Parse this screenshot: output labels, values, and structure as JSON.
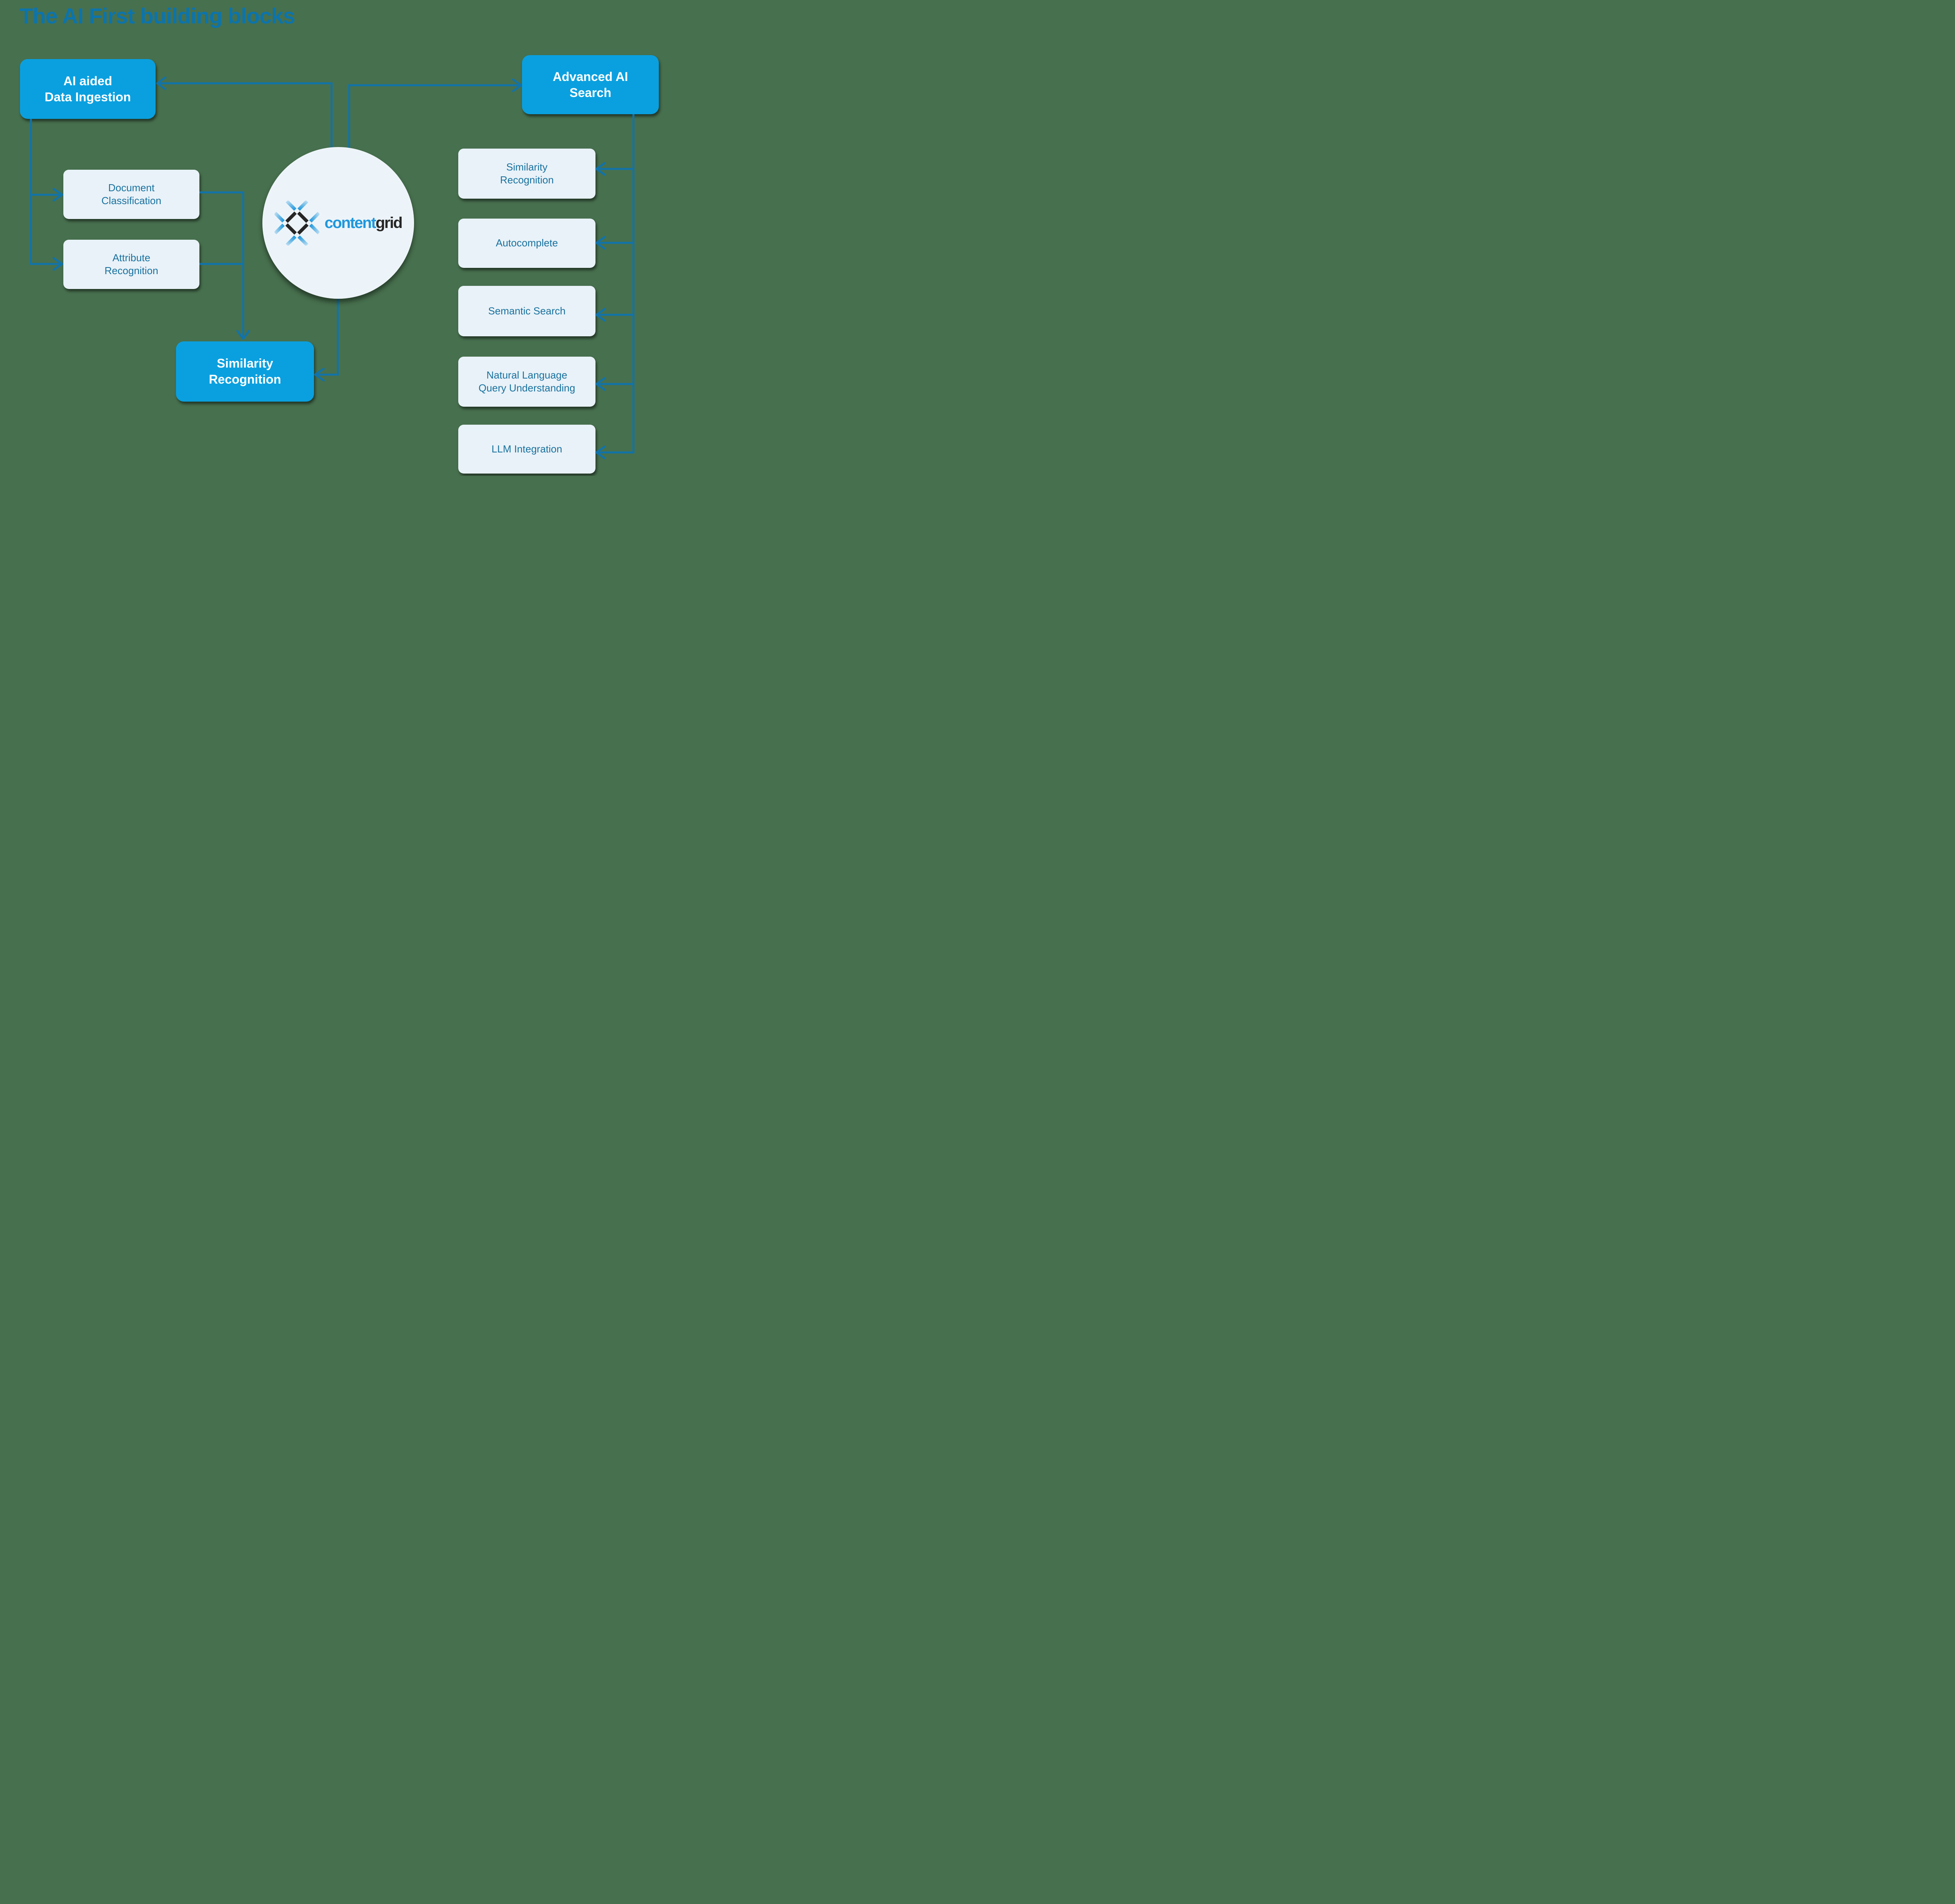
{
  "title": "The AI First building blocks",
  "colors": {
    "background": "#47704E",
    "accent_blue": "#0AA0DF",
    "line_blue": "#1173A9",
    "title_blue": "#0C74AC",
    "box_fill": "#E9F2F8",
    "box_text": "#19719F",
    "circle_fill": "#EDF4F9",
    "logo_blue": "#2097DC",
    "logo_dark": "#262626"
  },
  "nodes": {
    "ai_ingestion": {
      "label": "AI aided\nData Ingestion",
      "type": "primary"
    },
    "advanced_search": {
      "label": "Advanced AI\nSearch",
      "type": "primary"
    },
    "doc_classification": {
      "label": "Document\nClassification",
      "type": "secondary"
    },
    "attribute_recognition": {
      "label": "Attribute\nRecognition",
      "type": "secondary"
    },
    "similarity_main": {
      "label": "Similarity\nRecognition",
      "type": "primary"
    },
    "similarity_right": {
      "label": "Similarity\nRecognition",
      "type": "secondary"
    },
    "autocomplete": {
      "label": "Autocomplete",
      "type": "secondary"
    },
    "semantic_search": {
      "label": "Semantic Search",
      "type": "secondary"
    },
    "nl_query": {
      "label": "Natural Language\nQuery Understanding",
      "type": "secondary"
    },
    "llm_integration": {
      "label": "LLM Integration",
      "type": "secondary"
    }
  },
  "logo": {
    "part1": "content",
    "part2": "grid"
  }
}
